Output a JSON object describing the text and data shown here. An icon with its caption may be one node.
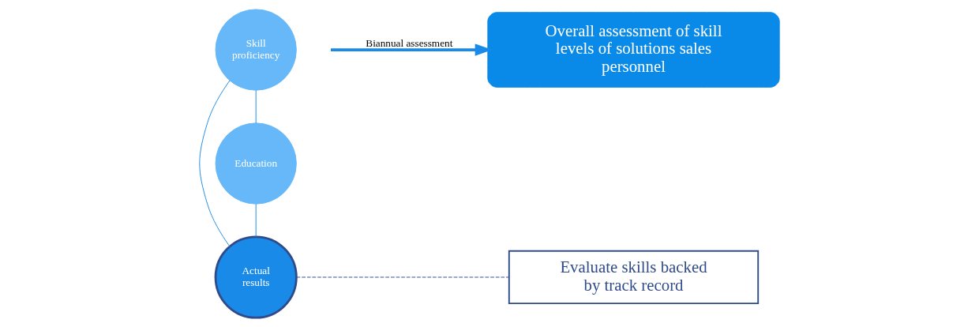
{
  "diagram": {
    "nodes": [
      {
        "text": [
          "Skill proficiency"
        ]
      },
      {
        "text": [
          "Education"
        ]
      },
      {
        "text": [
          "Actual results"
        ]
      },
      {
        "text": [
          "Overall assessment of skill levels of solutions sales personnel"
        ]
      },
      {
        "text": [
          "Evaluate skills backed by track record"
        ]
      }
    ],
    "edges": [
      {
        "from": 0,
        "to": 1,
        "arrow": "none",
        "color": "#1a8ae8"
      },
      {
        "from": 1,
        "to": 2,
        "arrow": "none",
        "color": "#1a8ae8"
      },
      {
        "from": 2,
        "to": 0,
        "arrow": "none",
        "color": "#1a8ae8"
      },
      {
        "from": null,
        "to": 3,
        "arrow": "to",
        "label": "Biannual assessment",
        "style": "thick",
        "color": "#1a8ae8"
      },
      {
        "from": 2,
        "to": 4,
        "arrow": "none",
        "style": "dashed",
        "color": "#2f4b8c"
      }
    ]
  }
}
